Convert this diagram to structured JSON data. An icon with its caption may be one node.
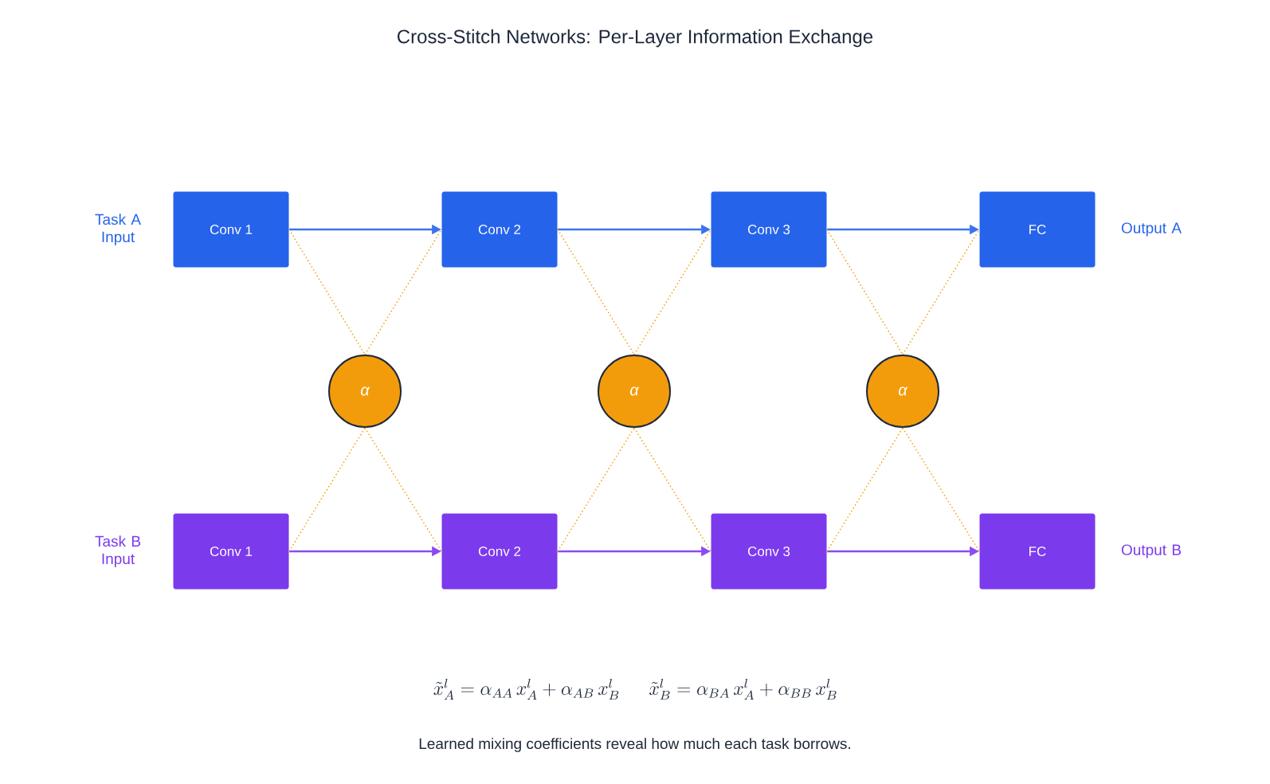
{
  "diagram": {
    "title": "Cross-Stitch Networks: Per-Layer Information Exchange",
    "caption": "Learned mixing coefficients reveal how much each task borrows.",
    "nodes": [
      {
        "text": [
          "Conv 1"
        ],
        "beside": [
          "Task A Input"
        ]
      },
      {
        "text": [
          "Conv 2"
        ]
      },
      {
        "text": [
          "Conv 3"
        ]
      },
      {
        "text": [
          "FC"
        ],
        "beside": [
          "Output A"
        ]
      },
      {
        "text": [
          "Conv 1"
        ],
        "beside": [
          "Task B Input"
        ]
      },
      {
        "text": [
          "Conv 2"
        ]
      },
      {
        "text": [
          "Conv 3"
        ]
      },
      {
        "text": [
          "FC"
        ],
        "beside": [
          "Output B"
        ]
      },
      {
        "text": [
          "α"
        ]
      },
      {
        "text": [
          "α"
        ]
      },
      {
        "text": [
          "α"
        ]
      }
    ],
    "edges": [
      {
        "from": 0,
        "to": 1,
        "arrow": "to",
        "color": "#3b73ee"
      },
      {
        "from": 1,
        "to": 2,
        "arrow": "to",
        "color": "#3b73ee"
      },
      {
        "from": 2,
        "to": 3,
        "arrow": "to",
        "color": "#3b73ee"
      },
      {
        "from": 4,
        "to": 5,
        "arrow": "to",
        "color": "#8b4cf0"
      },
      {
        "from": 5,
        "to": 6,
        "arrow": "to",
        "color": "#8b4cf0"
      },
      {
        "from": 6,
        "to": 7,
        "arrow": "to",
        "color": "#8b4cf0"
      },
      {
        "from": 0,
        "to": 8,
        "arrow": "none",
        "style": "dashed"
      },
      {
        "from": 8,
        "to": 1,
        "arrow": "none",
        "style": "dashed"
      },
      {
        "from": 4,
        "to": 8,
        "arrow": "none",
        "style": "dashed"
      },
      {
        "from": 8,
        "to": 5,
        "arrow": "none",
        "style": "dashed"
      },
      {
        "from": 1,
        "to": 9,
        "arrow": "none",
        "style": "dashed"
      },
      {
        "from": 9,
        "to": 2,
        "arrow": "none",
        "style": "dashed"
      },
      {
        "from": 5,
        "to": 9,
        "arrow": "none",
        "style": "dashed"
      },
      {
        "from": 9,
        "to": 6,
        "arrow": "none",
        "style": "dashed"
      },
      {
        "from": 2,
        "to": 10,
        "arrow": "none",
        "style": "dashed"
      },
      {
        "from": 10,
        "to": 3,
        "arrow": "none",
        "style": "dashed"
      },
      {
        "from": 6,
        "to": 10,
        "arrow": "none",
        "style": "dashed"
      },
      {
        "from": 10,
        "to": 7,
        "arrow": "none",
        "style": "dashed"
      }
    ],
    "labels": [
      "\\tilde{x}_A^l = \\alpha_{AA}\\, x_A^l + \\alpha_{AB}\\, x_B^l",
      "\\tilde{x}_B^l = \\alpha_{BA}\\, x_A^l + \\alpha_{BB}\\, x_B^l"
    ]
  }
}
